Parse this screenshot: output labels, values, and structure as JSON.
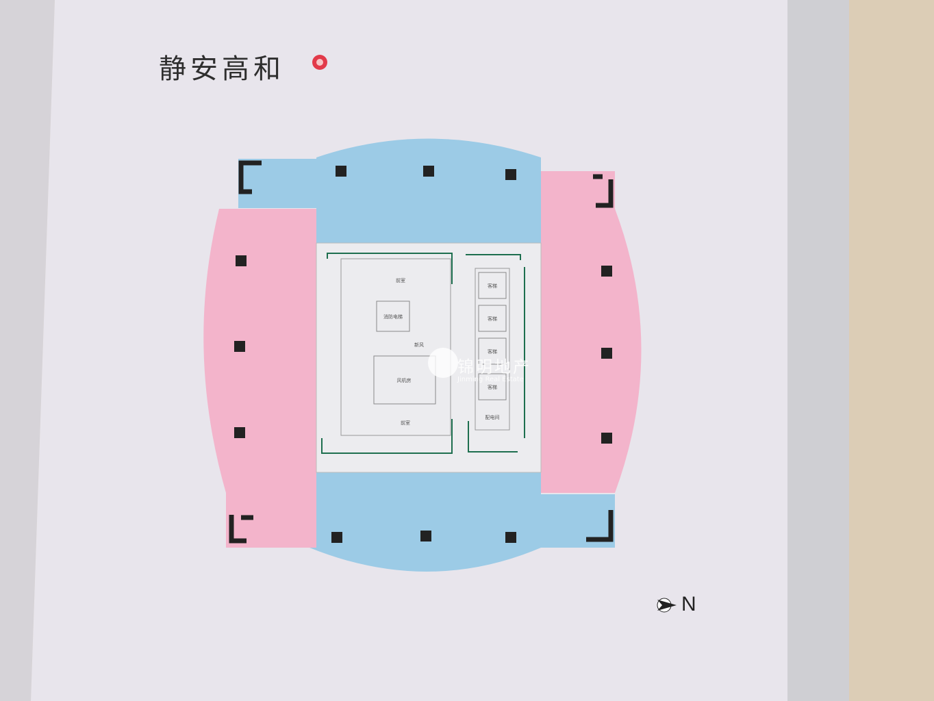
{
  "title": "静安高和",
  "north_label": "N",
  "watermark": {
    "cn": "锦明地产",
    "en": "Jinming Real Estate"
  },
  "colors": {
    "blue_zone": "#9ccbe6",
    "pink_zone": "#f3b4cb",
    "core": "#ececef",
    "paper": "#e8e5ec",
    "logo_red": "#e23a4a"
  },
  "core_rooms": [
    "前室",
    "消防电梯",
    "新风",
    "风机房",
    "前室",
    "客梯",
    "客梯",
    "客梯",
    "客梯",
    "配电间"
  ]
}
